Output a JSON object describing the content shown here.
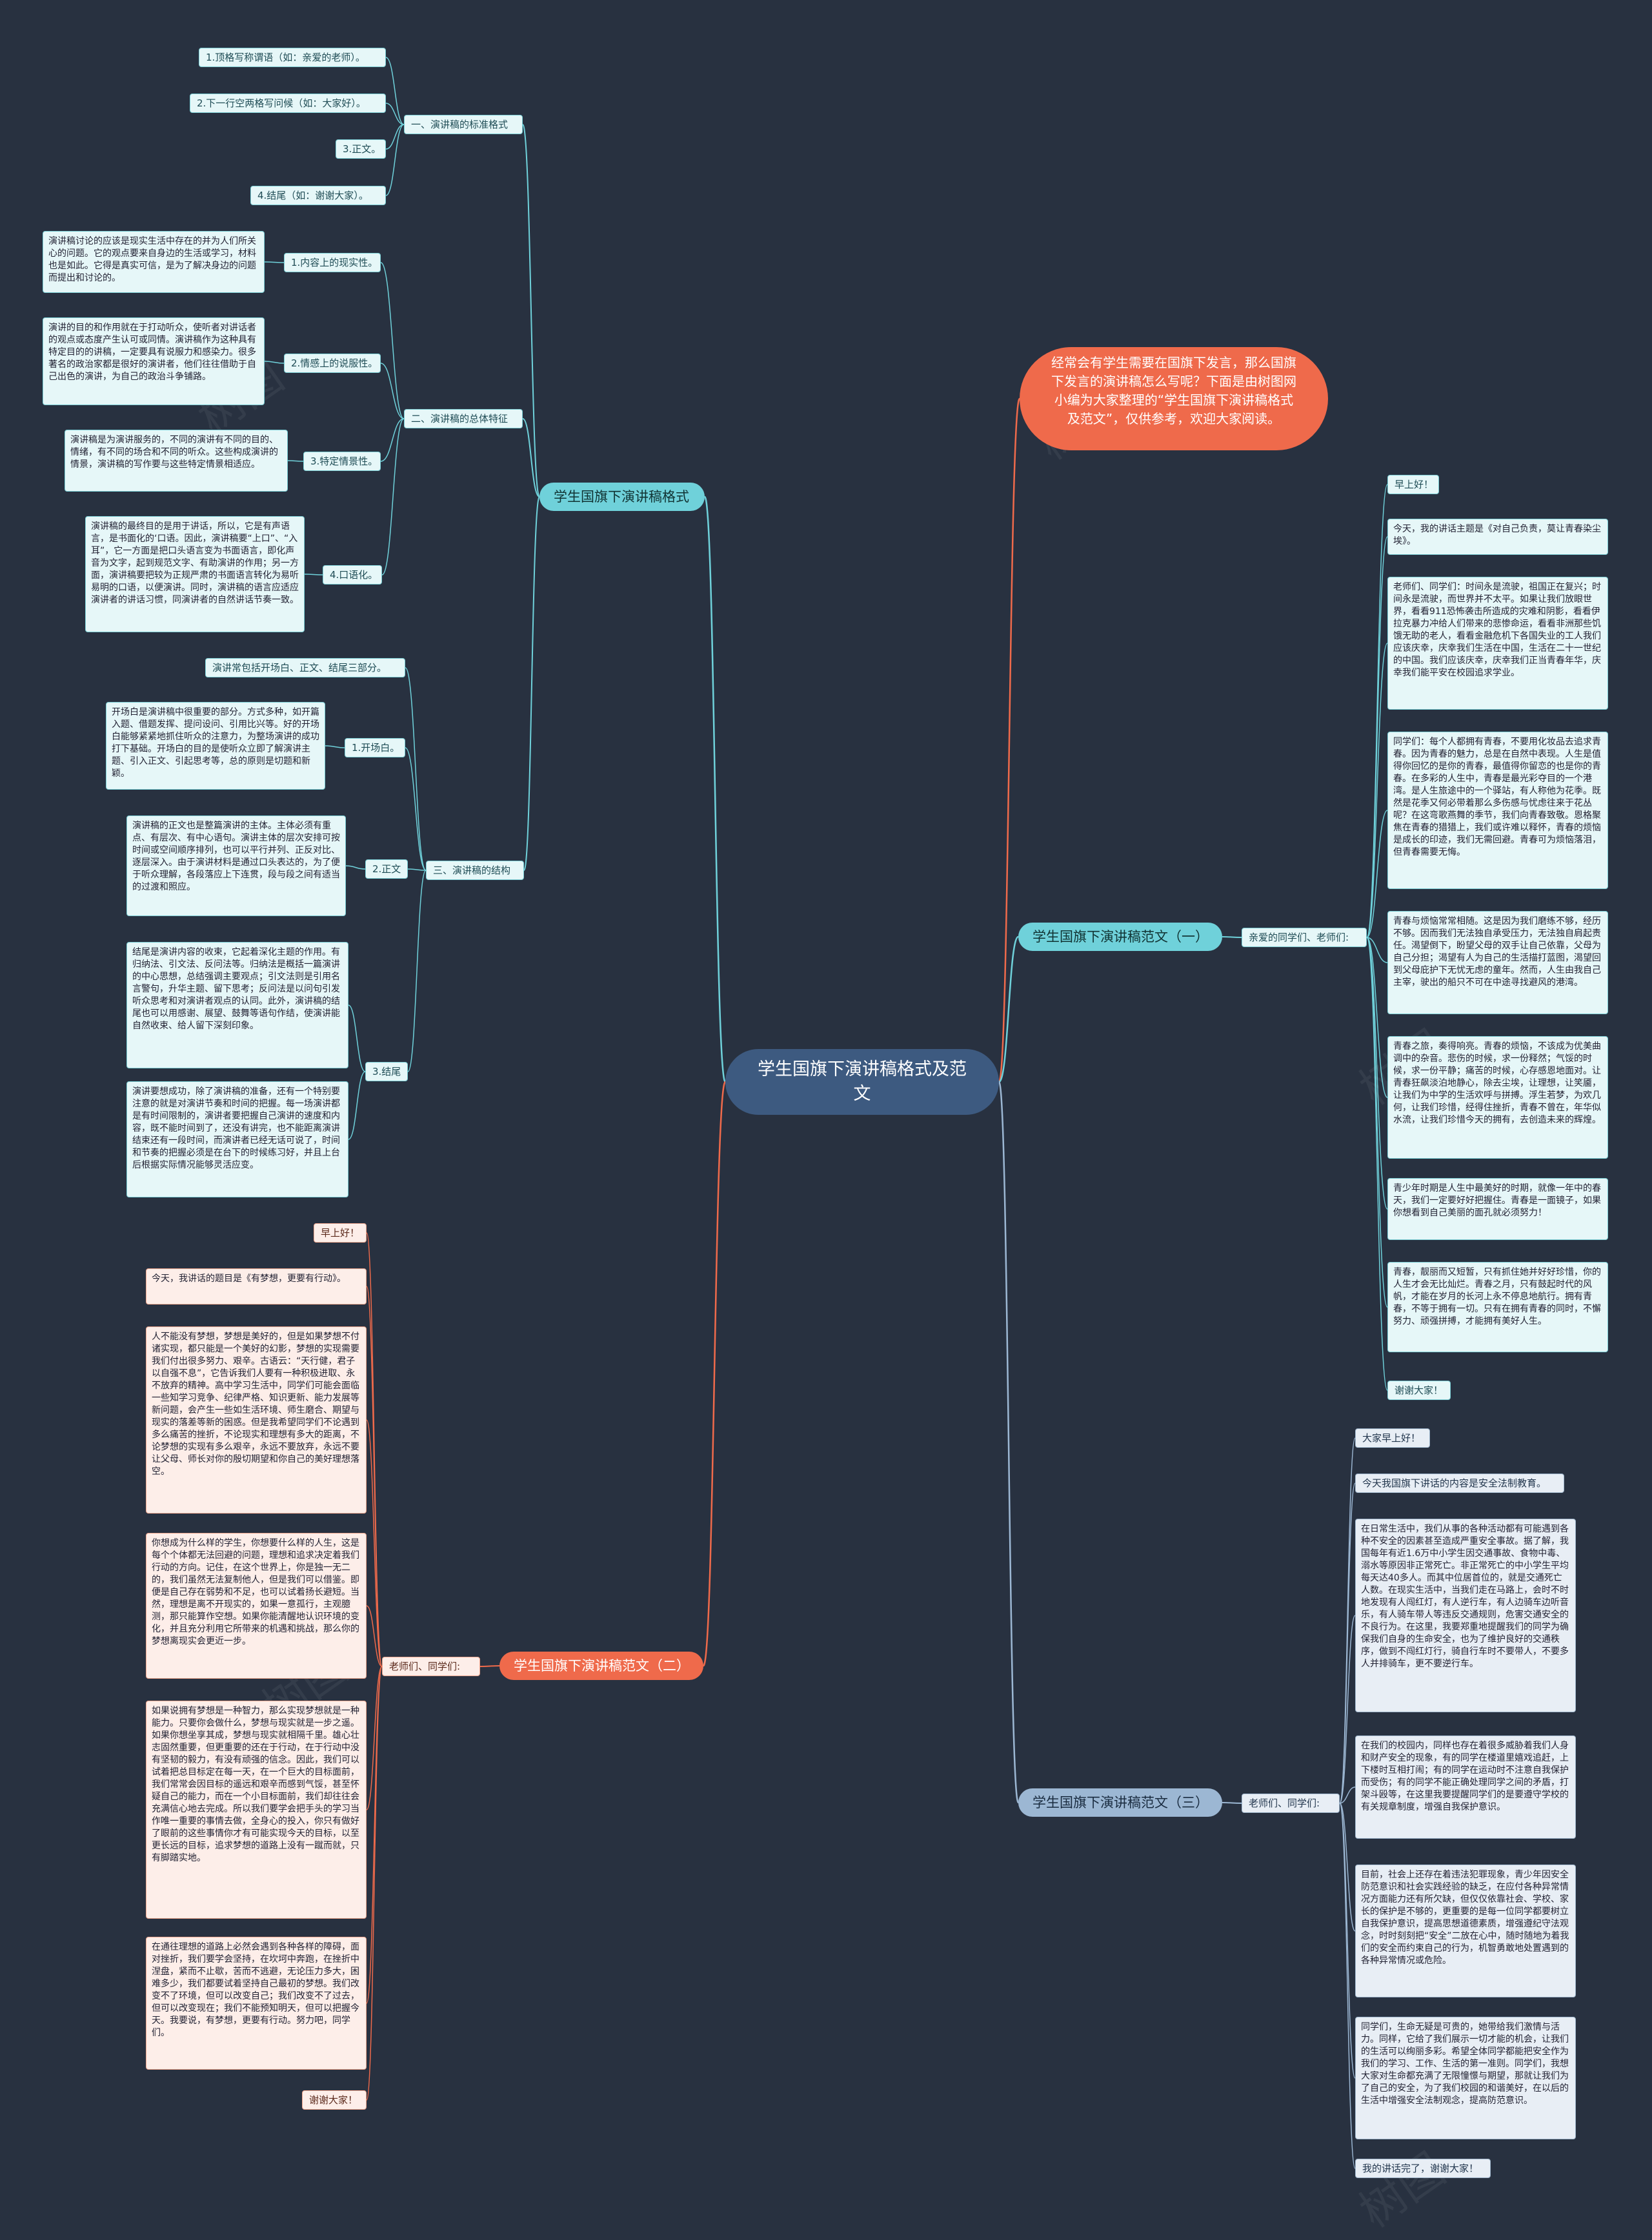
{
  "root": "学生国旗下演讲稿格式及范文",
  "intro": "经常会有学生需要在国旗下发言，那么国旗下发言的演讲稿怎么写呢？下面是由树图网小编为大家整理的“学生国旗下演讲稿格式及范文”，仅供参考，欢迎大家阅读。",
  "watermark": "树图",
  "format": {
    "title": "学生国旗下演讲稿格式",
    "sec1": {
      "title": "一、演讲稿的标准格式",
      "items": [
        "1.顶格写称谓语（如：亲爱的老师）。",
        "2.下一行空两格写问候（如：大家好）。",
        "3.正文。",
        "4.结尾（如：谢谢大家）。"
      ]
    },
    "sec2": {
      "title": "二、演讲稿的总体特征",
      "items": [
        {
          "label": "1.内容上的现实性。",
          "text": "演讲稿讨论的应该是现实生活中存在的并为人们所关心的问题。它的观点要来自身边的生活或学习，材料也是如此。它得是真实可信，是为了解决身边的问题而提出和讨论的。"
        },
        {
          "label": "2.情感上的说服性。",
          "text": "演讲的目的和作用就在于打动听众，使听者对讲话者的观点或态度产生认可或同情。演讲稿作为这种具有特定目的的讲稿，一定要具有说服力和感染力。很多著名的政治家都是很好的演讲者，他们往往借助于自己出色的演讲，为自己的政治斗争铺路。"
        },
        {
          "label": "3.特定情景性。",
          "text": "演讲稿是为演讲服务的，不同的演讲有不同的目的、情绪，有不同的场合和不同的听众。这些构成演讲的情景，演讲稿的写作要与这些特定情景相适应。"
        },
        {
          "label": "4.口语化。",
          "text": "演讲稿的最终目的是用于讲话，所以，它是有声语言，是书面化的‘口语。因此，演讲稿要“上口”、“入耳”，它一方面是把口头语言变为书面语言，即化声音为文字，起到规范文字、有助演讲的作用；另一方面，演讲稿要把较为正规严肃的书面语言转化为易听易明的口语，以便演讲。同时，演讲稿的语言应适应演讲者的讲话习惯，同演讲者的自然讲话节奏一致。"
        }
      ]
    },
    "sec3": {
      "title": "三、演讲稿的结构",
      "intro": "演讲常包括开场白、正文、结尾三部分。",
      "items": [
        {
          "label": "1.开场白。",
          "text": "开场白是演讲稿中很重要的部分。方式多种，如开篇入题、借题发挥、提问设问、引用比兴等。好的开场白能够紧紧地抓住听众的注意力，为整场演讲的成功打下基础。开场白的目的是使听众立即了解演讲主题、引入正文、引起思考等，总的原则是切题和新颖。"
        },
        {
          "label": "2.正文",
          "text": "演讲稿的正文也是整篇演讲的主体。主体必须有重点、有层次、有中心语句。演讲主体的层次安排可按时间或空间顺序排列，也可以平行并列、正反对比、逐层深入。由于演讲材料是通过口头表达的，为了便于听众理解，各段落应上下连贯，段与段之间有适当的过渡和照应。"
        },
        {
          "label": "3.结尾",
          "texts": [
            "结尾是演讲内容的收束，它起着深化主题的作用。有归纳法、引文法、反问法等。归纳法是概括一篇演讲的中心思想，总结强调主要观点；引文法则是引用名言警句，升华主题、留下思考；反问法是以问句引发听众思考和对演讲者观点的认同。此外，演讲稿的结尾也可以用感谢、展望、鼓舞等语句作结，使演讲能自然收束、给人留下深刻印象。",
            "演讲要想成功，除了演讲稿的准备，还有一个特别要注意的就是对演讲节奏和时间的把握。每一场演讲都是有时间限制的，演讲者要把握自己演讲的速度和内容，既不能时间到了，还没有讲完，也不能距离演讲结束还有一段时间，而演讲者已经无话可说了，时间和节奏的把握必须是在台下的时候练习好，并且上台后根据实际情况能够灵活应变。"
          ]
        }
      ]
    }
  },
  "sample1": {
    "title": "学生国旗下演讲稿范文（一）",
    "label": "亲爱的同学们、老师们:",
    "items": [
      "早上好！",
      "今天，我的讲话主题是《对自己负责，莫让青春染尘埃》。",
      "老师们、同学们：时间永是流驶，祖国正在复兴；时间永是流驶，而世界并不太平。如果让我们放眼世界，看看911恐怖袭击所造成的灾难和阴影，看看伊拉克暴力冲给人们带来的悲惨命运，看看非洲那些饥饿无助的老人，看看金融危机下各国失业的工人我们应该庆幸，庆幸我们生活在中国，生活在二十一世纪的中国。我们应该庆幸，庆幸我们正当青春年华，庆幸我们能平安在校园追求学业。",
      "同学们：每个人都拥有青春，不要用化妆品去追求青春。因为青春的魅力，总是在自然中表现。人生是值得你回忆的是你的青春，最值得你留恋的也是你的青春。在多彩的人生中，青春是最光彩夺目的一个港湾。是人生旅途中的一个驿站，有人称他为花季。既然是花季又何必带着那么多伤感与忧虑往来于花丛呢？在这弯歌燕舞的季节，我们向青春致敬。恩格聚焦在青春的猎猎上，我们或许难以释怀，青春的烦恼是成长的印迹，我们无需回避。青春可为烦恼落泪，但青春需要无悔。",
      "青春与烦恼常常相随。这是因为我们磨练不够，经历不够。因而我们无法独自承受压力，无法独自肩起责任。渴望倒下，盼望父母的双手让自己依靠，父母为自己分担；渴望有人为自己的生活描打蓝图，渴望回到父母庇护下无忧无虑的童年。然而，人生由我自己主宰，驶出的船只不可在中途寻找避风的港湾。",
      "青春之旅，奏得响亮。青春的烦恼，不该成为优美曲调中的杂音。悲伤的时候，求一份释然；气馁的时候，求一份平静；痛苦的时候，心存感恩地面对。让青春狂飙淡泊地静心，除去尘埃，让理想，让笑靥，让我们为中学的生活欢呼与拼搏。浮生若梦，为欢几何，让我们珍惜，经得住挫折，青春不曾在，年华似水流，让我们珍惜今天的拥有，去创造未来的辉煌。",
      "青少年时期是人生中最美好的时期，就像一年中的春天，我们一定要好好把握住。青春是一面镜子，如果你想看到自己美丽的面孔就必须努力！",
      "青春，靓丽而又短暂，只有抓住她并好好珍惜，你的人生才会无比灿烂。青春之月，只有鼓起时代的风帆，才能在岁月的长河上永不停息地航行。拥有青春，不等于拥有一切。只有在拥有青春的同时，不懈努力、顽强拼搏，才能拥有美好人生。",
      "谢谢大家！"
    ]
  },
  "sample2": {
    "title": "学生国旗下演讲稿范文（二）",
    "label": "老师们、同学们:",
    "items": [
      "早上好！",
      "今天，我讲话的题目是《有梦想，更要有行动》。",
      "人不能没有梦想，梦想是美好的，但是如果梦想不付诸实现，都只能是一个美好的幻影，梦想的实现需要我们付出很多努力、艰辛。古语云：“天行健，君子以自强不息”，它告诉我们人要有一种积极进取、永不放弃的精神。高中学习生活中，同学们可能会面临一些知学习竞争、纪律严格、知识更新、能力发展等新问题，会产生一些如生活环境、师生磨合、期望与现实的落差等新的困惑。但是我希望同学们不论遇到多么痛苦的挫折，不论现实和理想有多大的距离，不论梦想的实现有多么艰辛，永远不要放弃，永远不要让父母、师长对你的殷切期望和你自己的美好理想落空。",
      "你想成为什么样的学生，你想要什么样的人生，这是每个个体都无法回避的问题，理想和追求决定着我们行动的方向。记住，在这个世界上，你是独一无二的，我们虽然无法复制他人，但是我们可以借鉴。即便是自己存在弱势和不足，也可以试着扬长避短。当然，理想是离不开现实的，如果一意孤行，主观臆测，那只能算作空想。如果你能清醒地认识环境的变化，并且充分利用它所带来的机遇和挑战，那么你的梦想离现实会更近一步。",
      "如果说拥有梦想是一种智力，那么实现梦想就是一种能力。只要你会做什么，梦想与现实就是一步之遥。如果你想坐享其成，梦想与现实就相隔千里。雄心壮志固然重要，但更重要的还在于行动，在于行动中没有坚韧的毅力，有没有顽强的信念。因此，我们可以试着把总目标定在每一天，在一个巨大的目标面前，我们常常会因目标的遥远和艰辛而感到气馁，甚至怀疑自己的能力，而在一个小目标面前，我们却往往会充满信心地去完成。所以我们要学会把手头的学习当作唯一重要的事情去做，全身心的投入，你只有做好了眼前的这些事情你才有可能实现今天的目标，以至更长远的目标，追求梦想的道路上没有一蹴而就，只有脚踏实地。",
      "在通往理想的道路上必然会遇到各种各样的障碍，面对挫折，我们要学会坚持，在坎坷中奔跑，在挫折中涅盘，紧而不止歇，苦而不逃避，无论压力多大，困难多少，我们都要试着坚持自己最初的梦想。我们改变不了环境，但可以改变自己；我们改变不了过去，但可以改变现在；我们不能预知明天，但可以把握今天。我要说，有梦想，更要有行动。努力吧，同学们。",
      "谢谢大家！"
    ]
  },
  "sample3": {
    "title": "学生国旗下演讲稿范文（三）",
    "label": "老师们、同学们:",
    "items": [
      "大家早上好！",
      "今天我国旗下讲话的内容是安全法制教育。",
      "在日常生活中，我们从事的各种活动都有可能遇到各种不安全的因素甚至造成严重安全事故。据了解，我国每年有近1.6万中小学生因交通事故、食物中毒、溺水等原因非正常死亡。非正常死亡的中小学生平均每天达40多人。而其中位居首位的，就是交通死亡人数。在现实生活中，当我们走在马路上，会时不时地发现有人闯红灯，有人逆行车，有人边骑车边听音乐，有人骑车带人等违反交通规则，危害交通安全的不良行为。在这里，我要郑重地提醒我们的同学为确保我们自身的生命安全，也为了维护良好的交通秩序，做到不闯红灯行，骑自行车时不要带人，不要多人并排骑车，更不要逆行车。",
      "在我们的校园内，同样也存在着很多威胁着我们人身和财产安全的现象，有的同学在楼道里嬉戏追赶，上下楼时互相打闹；有的同学在运动时不注意自我保护而受伤；有的同学不能正确处理同学之间的矛盾，打架斗殴等，在这里我要提醒同学们的是要遵守学校的有关规章制度，增强自我保护意识。",
      "目前，社会上还存在着违法犯罪现象，青少年因安全防范意识和社会实践经验的缺乏，在应付各种异常情况方面能力还有所欠缺，但仅仅依靠社会、学校、家长的保护是不够的，更重要的是每一位同学都要树立自我保护意识，提高思想道德素质，增强遵纪守法观念，时时刻刻把“安全”二放在心中，随时随地为着我们的安全而约束自己的行为，机智勇敢地处置遇到的各种异常情况或危险。",
      "同学们，生命无疑是可贵的，她带给我们激情与活力。同样，它给了我们展示一切才能的机会，让我们的生活可以绚丽多彩。希望全体同学都能把安全作为我们的学习、工作、生活的第一准则。同学们，我想大家对生命都充满了无限憧憬与期望，那就让我们为了自己的安全，为了我们校园的和谐美好，在以后的生活中增强安全法制观念，提高防范意识。",
      "我的讲话完了，谢谢大家！"
    ]
  }
}
